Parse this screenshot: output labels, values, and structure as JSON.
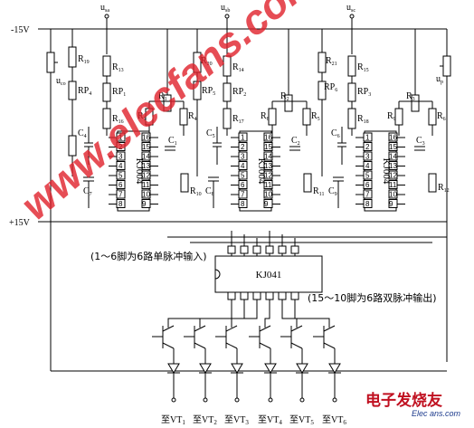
{
  "rails": {
    "neg15": "-15V",
    "pos15": "+15V"
  },
  "terminals": {
    "usa": "u",
    "usa_sub": "sa",
    "usb": "u",
    "usb_sub": "sb",
    "usc": "u",
    "usc_sub": "sc",
    "uco": "u",
    "uco_sub": "co",
    "up": "u",
    "up_sub": "p"
  },
  "ics": {
    "kj004_1": "KJ004",
    "kj004_2": "KJ004",
    "kj004_3": "KJ004",
    "kj041": "KJ041"
  },
  "labels": {
    "r19": "R",
    "r19s": "19",
    "r20": "R",
    "r20s": "20",
    "r21": "R",
    "r21s": "21",
    "r13": "R",
    "r13s": "13",
    "r14": "R",
    "r14s": "14",
    "r15": "R",
    "r15s": "15",
    "r16": "R",
    "r16s": "16",
    "r17": "R",
    "r17s": "17",
    "r18": "R",
    "r18s": "18",
    "r1": "R",
    "r1s": "1",
    "r2": "R",
    "r2s": "2",
    "r3": "R",
    "r3s": "3",
    "r4": "R",
    "r4s": "4",
    "r5": "R",
    "r5s": "5",
    "r6": "R",
    "r6s": "6",
    "r7": "R",
    "r7s": "7",
    "r8": "R",
    "r8s": "8",
    "r9": "R",
    "r9s": "9",
    "r10": "R",
    "r10s": "10",
    "r11": "R",
    "r11s": "11",
    "r12": "R",
    "r12s": "12",
    "rp1": "RP",
    "rp1s": "1",
    "rp2": "RP",
    "rp2s": "2",
    "rp3": "RP",
    "rp3s": "3",
    "rp4": "RP",
    "rp4s": "4",
    "rp5": "RP",
    "rp5s": "5",
    "rp6": "RP",
    "rp6s": "6",
    "c1": "C",
    "c1s": "1",
    "c2": "C",
    "c2s": "2",
    "c3": "C",
    "c3s": "3",
    "c4": "C",
    "c4s": "4",
    "c5": "C",
    "c5s": "5",
    "c6": "C",
    "c6s": "6",
    "c7": "C",
    "c7s": "7",
    "c8": "C",
    "c8s": "8",
    "c9": "C",
    "c9s": "9"
  },
  "notes": {
    "input_note": "(1～6脚为6路单脉冲输入)",
    "output_note": "(15～10脚为6路双脉冲输出)"
  },
  "outputs": [
    {
      "pre": "至VT",
      "sub": "1"
    },
    {
      "pre": "至VT",
      "sub": "2"
    },
    {
      "pre": "至VT",
      "sub": "3"
    },
    {
      "pre": "至VT",
      "sub": "4"
    },
    {
      "pre": "至VT",
      "sub": "5"
    },
    {
      "pre": "至VT",
      "sub": "6"
    }
  ],
  "watermark": {
    "text": "www.elecfans.com",
    "logo_cn": "电子发烧友",
    "logo_en": "Elec ans.com"
  },
  "colors": {
    "watermark": "#e0202a",
    "logo_cn": "#c01020",
    "logo_en": "#1c3a8c"
  }
}
